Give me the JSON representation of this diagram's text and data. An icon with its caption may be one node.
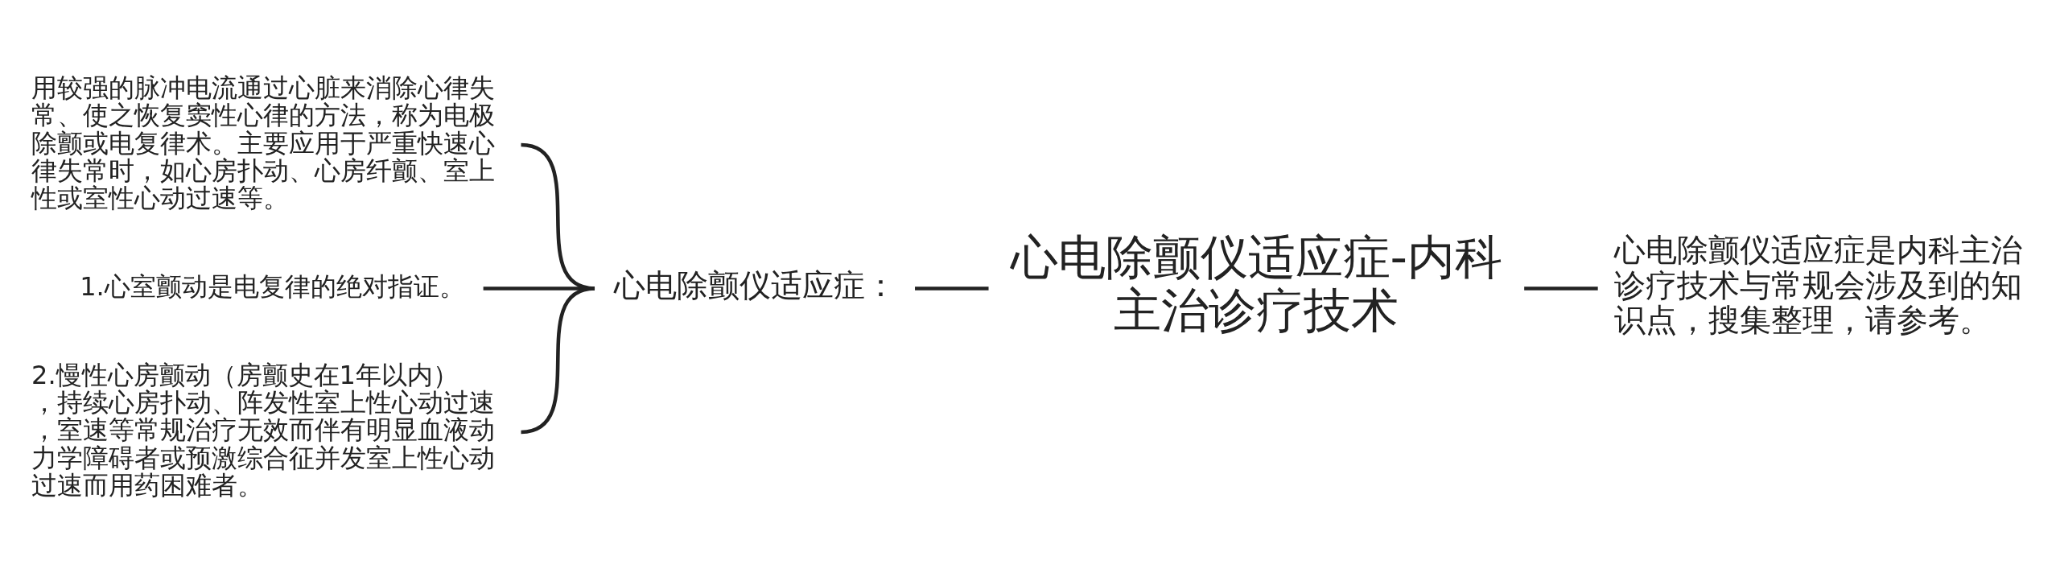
{
  "diagram": {
    "nodes": [
      {
        "text": [
          "心电除颤仪适应症-内科主治诊疗技术"
        ]
      },
      {
        "text": [
          "心电除颤仪适应症："
        ]
      },
      {
        "text": [
          "用较强的脉冲电流通过心脏来消除心律失常、使之恢复窦性心律的方法，称为电极除颤或电复律术。主要应用于严重快速心律失常时，如心房扑动、心房纤颤、室上性或室性心动过速等。"
        ]
      },
      {
        "text": [
          "1.心室颤动是电复律的绝对指证。"
        ]
      },
      {
        "text": [
          "2.慢性心房颤动（房颤史在1年以内），持续心房扑动、阵发性室上性心动过速，室速等常规治疗无效而伴有明显血液动力学障碍者或预激综合征并发室上性心动过速而用药困难者。"
        ]
      },
      {
        "text": [
          "心电除颤仪适应症是内科主治诊疗技术与常规会涉及到的知识点，搜集整理，请参考。"
        ]
      }
    ],
    "edges": [
      {
        "from": 0,
        "to": 1,
        "arrow": "none"
      },
      {
        "from": 1,
        "to": 2,
        "arrow": "none"
      },
      {
        "from": 1,
        "to": 3,
        "arrow": "none"
      },
      {
        "from": 1,
        "to": 4,
        "arrow": "none"
      },
      {
        "from": 0,
        "to": 5,
        "arrow": "none"
      }
    ]
  }
}
